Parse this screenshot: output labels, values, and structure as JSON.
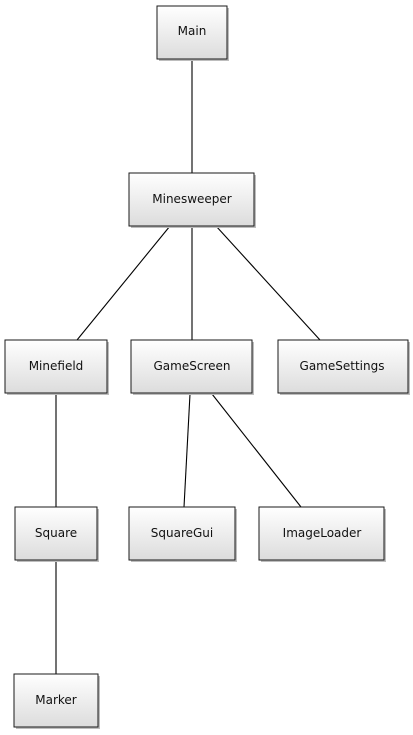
{
  "nodes": {
    "main": "Main",
    "minesweeper": "Minesweeper",
    "minefield": "Minefield",
    "gamescreen": "GameScreen",
    "gamesettings": "GameSettings",
    "square": "Square",
    "squaregui": "SquareGui",
    "imageloader": "ImageLoader",
    "marker": "Marker"
  },
  "edges": [
    [
      "main",
      "minesweeper"
    ],
    [
      "minesweeper",
      "minefield"
    ],
    [
      "minesweeper",
      "gamescreen"
    ],
    [
      "minesweeper",
      "gamesettings"
    ],
    [
      "minefield",
      "square"
    ],
    [
      "gamescreen",
      "squaregui"
    ],
    [
      "gamescreen",
      "imageloader"
    ],
    [
      "square",
      "marker"
    ]
  ],
  "colors": {
    "box_gradient_top": "#ffffff",
    "box_gradient_bottom": "#dcdcdc",
    "border": "#1a1a1a",
    "edge": "#000000"
  }
}
